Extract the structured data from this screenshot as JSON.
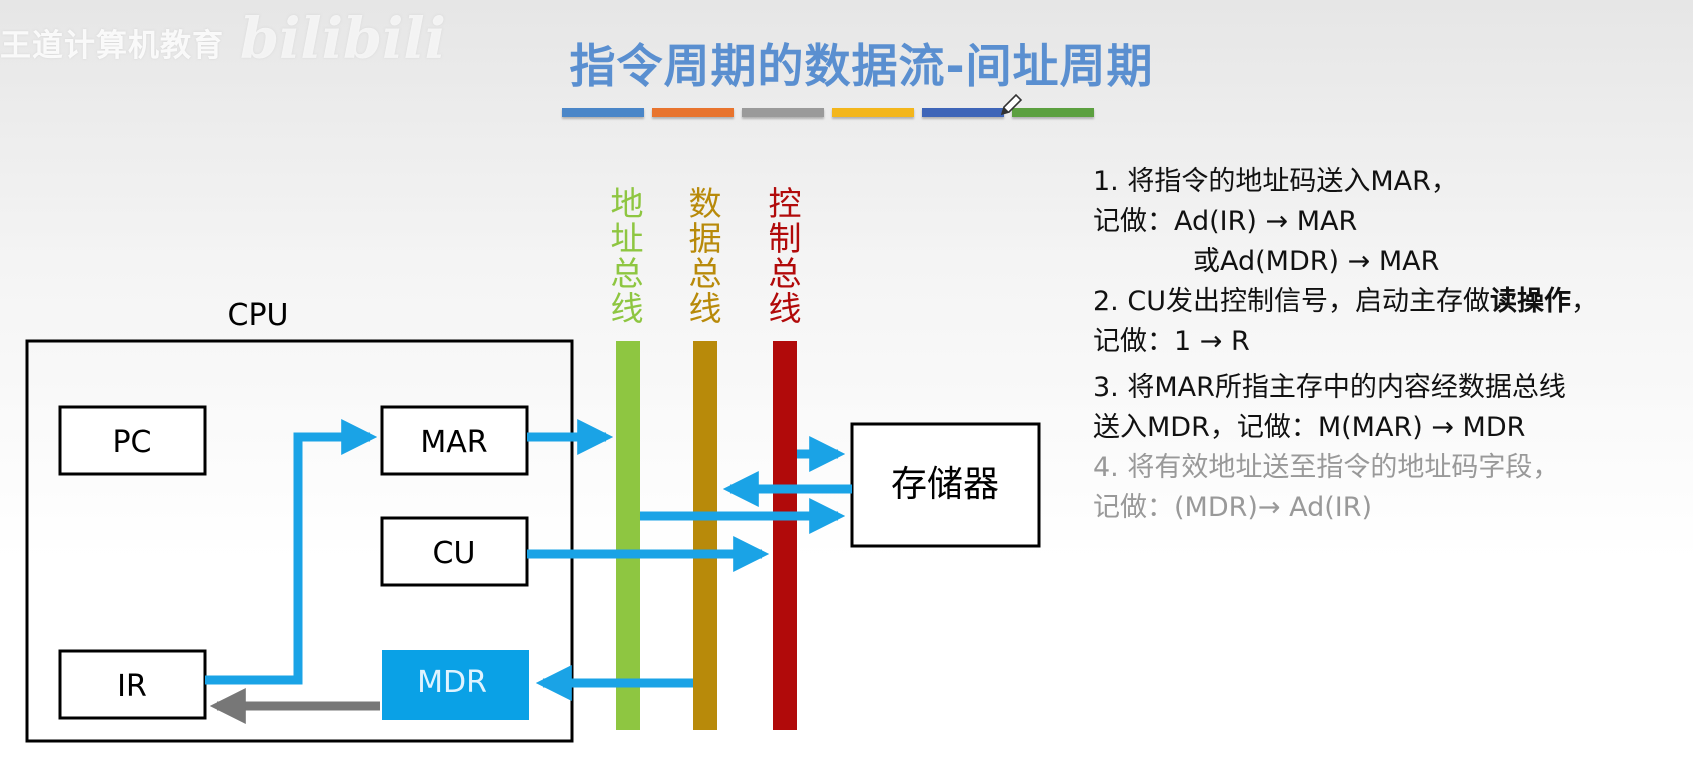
{
  "header": {
    "watermark": "王道计算机教育",
    "logo": "bilibili",
    "title": "指令周期的数据流-间址周期"
  },
  "title_bar_colors": [
    "#4a86c8",
    "#e8742e",
    "#9a9a9a",
    "#f3b61c",
    "#3e65b8",
    "#5ca040"
  ],
  "diagram": {
    "cpu_label": "CPU",
    "registers": {
      "pc": "PC",
      "mar": "MAR",
      "cu": "CU",
      "ir": "IR",
      "mdr": "MDR"
    },
    "memory": "存储器",
    "buses": {
      "address": {
        "label": [
          "地",
          "址",
          "总",
          "线"
        ],
        "color": "#8ec641"
      },
      "data": {
        "label": [
          "数",
          "据",
          "总",
          "线"
        ],
        "color": "#b88a0a"
      },
      "control": {
        "label": [
          "控",
          "制",
          "总",
          "线"
        ],
        "color": "#b10a0a"
      }
    },
    "colors": {
      "arrow": "#1aa3e6",
      "gray_arrow": "#777777",
      "mdr_fill": "#0aa1e6"
    }
  },
  "steps": {
    "s1_line1": "1. 将指令的地址码送入MAR，",
    "s1_line2": "记做：Ad(IR) → MAR",
    "s1_line3": "或Ad(MDR) → MAR",
    "s2_line1_pre": "2. CU发出控制信号，启动主存做",
    "s2_line1_bold": "读操作",
    "s2_line1_post": "，",
    "s2_line2": "记做：1 → R",
    "s3_line1": "3. 将MAR所指主存中的内容经数据总线",
    "s3_line2": "送入MDR，记做：M(MAR) → MDR",
    "s4_line1": "4. 将有效地址送至指令的地址码字段，",
    "s4_line2": "记做：(MDR)→ Ad(IR)"
  }
}
